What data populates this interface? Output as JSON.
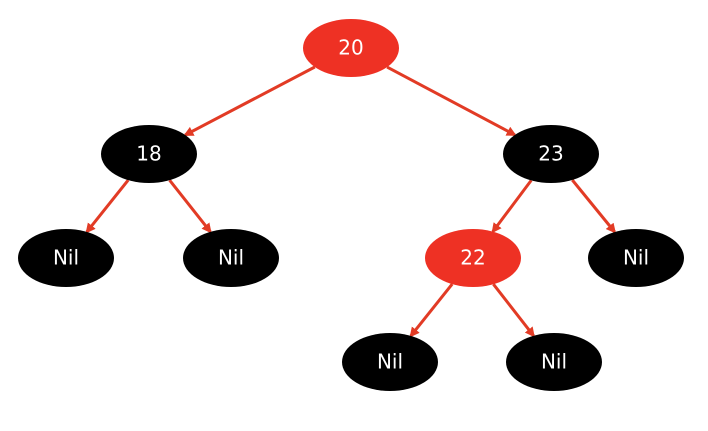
{
  "colors": {
    "red": "#ee3124",
    "black": "#000000",
    "edge": "#e23b25",
    "text": "#ffffff"
  },
  "tree": {
    "nodes": [
      {
        "id": "n20",
        "label": "20",
        "color": "red"
      },
      {
        "id": "n18",
        "label": "18",
        "color": "black"
      },
      {
        "id": "n23",
        "label": "23",
        "color": "black"
      },
      {
        "id": "nil1",
        "label": "Nil",
        "color": "black"
      },
      {
        "id": "nil2",
        "label": "Nil",
        "color": "black"
      },
      {
        "id": "n22",
        "label": "22",
        "color": "red"
      },
      {
        "id": "nil3",
        "label": "Nil",
        "color": "black"
      },
      {
        "id": "nil4",
        "label": "Nil",
        "color": "black"
      },
      {
        "id": "nil5",
        "label": "Nil",
        "color": "black"
      }
    ],
    "edges": [
      {
        "from": "n20",
        "to": "n18"
      },
      {
        "from": "n20",
        "to": "n23"
      },
      {
        "from": "n18",
        "to": "nil1"
      },
      {
        "from": "n18",
        "to": "nil2"
      },
      {
        "from": "n23",
        "to": "n22"
      },
      {
        "from": "n23",
        "to": "nil3"
      },
      {
        "from": "n22",
        "to": "nil4"
      },
      {
        "from": "n22",
        "to": "nil5"
      }
    ]
  }
}
